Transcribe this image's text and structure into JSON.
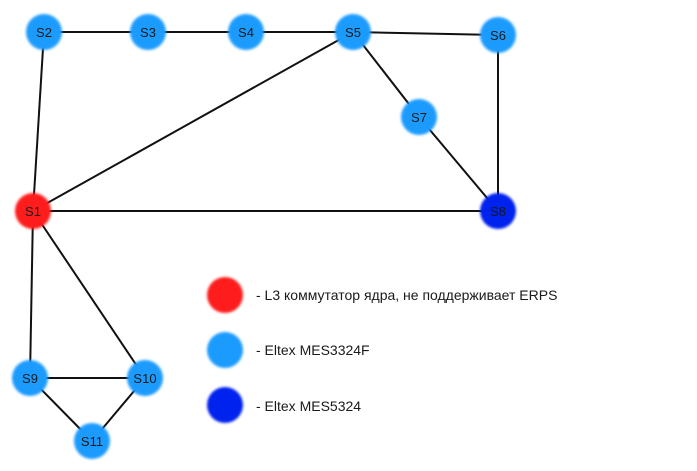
{
  "colors": {
    "core": "#ff1a1a",
    "mes3324f": "#1a9bff",
    "mes5324": "#0022ee",
    "edge": "#111111"
  },
  "nodes": [
    {
      "id": "S1",
      "label": "S1",
      "type": "core"
    },
    {
      "id": "S2",
      "label": "S2",
      "type": "mes3324f"
    },
    {
      "id": "S3",
      "label": "S3",
      "type": "mes3324f"
    },
    {
      "id": "S4",
      "label": "S4",
      "type": "mes3324f"
    },
    {
      "id": "S5",
      "label": "S5",
      "type": "mes3324f"
    },
    {
      "id": "S6",
      "label": "S6",
      "type": "mes3324f"
    },
    {
      "id": "S7",
      "label": "S7",
      "type": "mes3324f"
    },
    {
      "id": "S8",
      "label": "S8",
      "type": "mes5324"
    },
    {
      "id": "S9",
      "label": "S9",
      "type": "mes3324f"
    },
    {
      "id": "S10",
      "label": "S10",
      "type": "mes3324f"
    },
    {
      "id": "S11",
      "label": "S11",
      "type": "mes3324f"
    }
  ],
  "edges": [
    [
      "S2",
      "S3"
    ],
    [
      "S3",
      "S4"
    ],
    [
      "S4",
      "S5"
    ],
    [
      "S5",
      "S6"
    ],
    [
      "S2",
      "S1"
    ],
    [
      "S1",
      "S5"
    ],
    [
      "S5",
      "S7"
    ],
    [
      "S7",
      "S8"
    ],
    [
      "S6",
      "S8"
    ],
    [
      "S1",
      "S8"
    ],
    [
      "S1",
      "S9"
    ],
    [
      "S1",
      "S10"
    ],
    [
      "S9",
      "S10"
    ],
    [
      "S9",
      "S11"
    ],
    [
      "S10",
      "S11"
    ]
  ],
  "legend": [
    {
      "type": "core",
      "text": "- L3 коммутатор ядра, не поддерживает ERPS"
    },
    {
      "type": "mes3324f",
      "text": "- Eltex MES3324F"
    },
    {
      "type": "mes5324",
      "text": "- Eltex MES5324"
    }
  ]
}
